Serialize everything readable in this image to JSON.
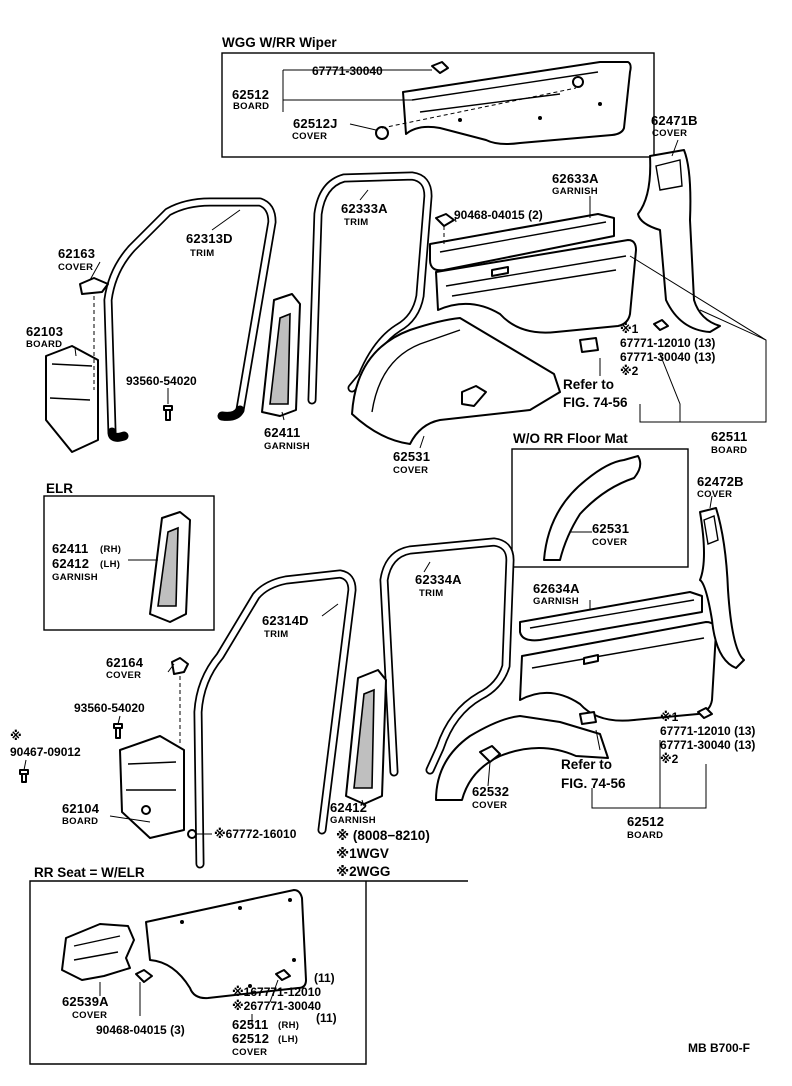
{
  "sections": {
    "wgg_wiper": "WGG  W/RR  Wiper",
    "elr": "ELR",
    "wo_floor_mat": "W/O  RR  Floor Mat",
    "rr_seat": "RR Seat = W/ELR"
  },
  "wgg_box": {
    "clip_no": "67771-30040",
    "board_no": "62512",
    "board_name": "BOARD",
    "cover_no": "62512J",
    "cover_name": "COVER"
  },
  "upper": {
    "p62471b_no": "62471B",
    "p62471b_name": "COVER",
    "p62633a_no": "62633A",
    "p62633a_name": "GARNISH",
    "p90468_no": "90468-04015 (2)",
    "p62333a_no": "62333A",
    "p62333a_name": "TRIM",
    "p62313d_no": "62313D",
    "p62313d_name": "TRIM",
    "p62163_no": "62163",
    "p62163_name": "COVER",
    "p62103_no": "62103",
    "p62103_name": "BOARD",
    "p93560_no": "93560-54020",
    "p62411_no": "62411",
    "p62411_name": "GARNISH",
    "p62531_no": "62531",
    "p62531_name": "COVER",
    "mark1": "※1",
    "clip1": "67771-12010 (13)",
    "clip2": "67771-30040 (13)",
    "mark2": "※2",
    "refer": "Refer to",
    "fig": "FIG. 74-56",
    "p62511_no": "62511",
    "p62511_name": "BOARD"
  },
  "wo_mat": {
    "no": "62531",
    "name": "COVER"
  },
  "elr_box": {
    "rh_no": "62411",
    "rh": "(RH)",
    "lh_no": "62412",
    "lh": "(LH)",
    "name": "GARNISH"
  },
  "lower": {
    "p62472b_no": "62472B",
    "p62472b_name": "COVER",
    "p62634a_no": "62634A",
    "p62634a_name": "GARNISH",
    "p62334a_no": "62334A",
    "p62334a_name": "TRIM",
    "p62314d_no": "62314D",
    "p62314d_name": "TRIM",
    "p62164_no": "62164",
    "p62164_name": "COVER",
    "p93560_no": "93560-54020",
    "p90467_mark": "※",
    "p90467_no": "90467-09012",
    "p62104_no": "62104",
    "p62104_name": "BOARD",
    "p67772_no": "※67772-16010",
    "p62412_no": "62412",
    "p62412_name": "GARNISH",
    "p62532_no": "62532",
    "p62532_name": "COVER",
    "mark1": "※1",
    "clip1": "67771-12010 (13)",
    "clip2": "67771-30040 (13)",
    "mark2": "※2",
    "refer": "Refer to",
    "fig": "FIG. 74-56",
    "p62512_no": "62512",
    "p62512_name": "BOARD"
  },
  "legend": {
    "line1": "※  (8008−8210)",
    "line2": "※1WGV",
    "line3": "※2WGG"
  },
  "rr_box": {
    "p62539a_no": "62539A",
    "p62539a_name": "COVER",
    "p90468_no": "90468-04015 (3)",
    "q1": "(11)",
    "c1": "※167771-12010",
    "c2": "※267771-30040",
    "q2": "(11)",
    "rh_no": "62511",
    "rh": "(RH)",
    "lh_no": "62512",
    "lh": "(LH)",
    "name": "COVER"
  },
  "code": "MB  B700-F"
}
